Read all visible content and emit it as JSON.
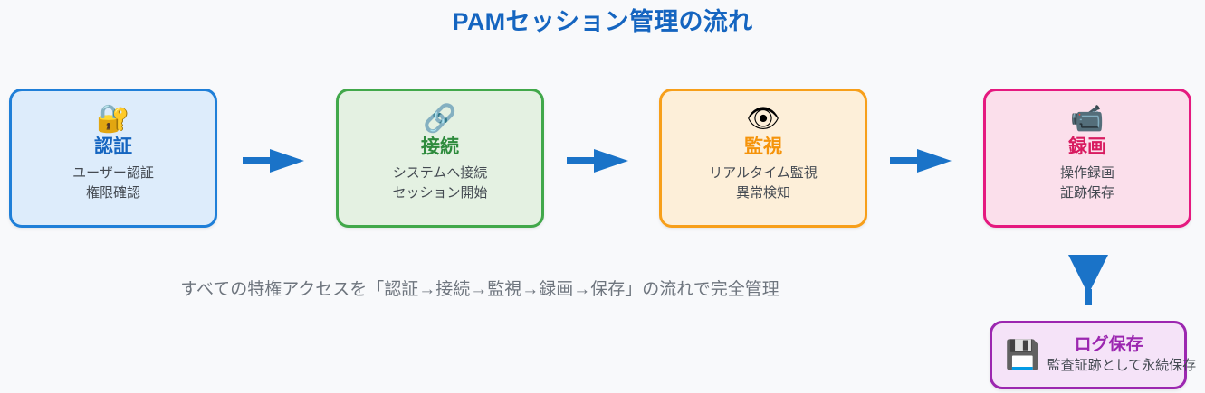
{
  "page": {
    "title": "PAMセッション管理の流れ",
    "background_color": "#f8f9fb",
    "title_color": "#1565c0"
  },
  "flow": {
    "steps": [
      {
        "icon": "🔐",
        "icon_name": "locked-with-key-icon",
        "title": "認証",
        "lines": [
          "ユーザー認証",
          "権限確認"
        ],
        "border_color": "#1f7fd8",
        "fill_color": "#ddecfb",
        "title_color": "#1565c0"
      },
      {
        "icon": "🔗",
        "icon_name": "link-icon",
        "title": "接続",
        "lines": [
          "システムへ接続",
          "セッション開始"
        ],
        "border_color": "#41a84a",
        "fill_color": "#e4f1e2",
        "title_color": "#2e8b3d"
      },
      {
        "icon": "👁",
        "icon_name": "eye-icon",
        "title": "監視",
        "lines": [
          "リアルタイム監視",
          "異常検知"
        ],
        "border_color": "#f79f1a",
        "fill_color": "#fdefd9",
        "title_color": "#f5930a"
      },
      {
        "icon": "📹",
        "icon_name": "video-camera-icon",
        "title": "録画",
        "lines": [
          "操作録画",
          "証跡保存"
        ],
        "border_color": "#e5197f",
        "fill_color": "#fbdfeb",
        "title_color": "#d81b60"
      }
    ],
    "arrow_color": "#1a73c8"
  },
  "caption": {
    "text": "すべての特権アクセスを「認証→接続→監視→録画→保存」の流れで完全管理",
    "color": "#6e757e"
  },
  "log_box": {
    "icon": "💾",
    "icon_name": "floppy-disk-icon",
    "title": "ログ保存",
    "subtitle": "監査証跡として永続保存",
    "border_color": "#9c27b0",
    "fill_color": "#f5e3f8",
    "title_color": "#9c27b0"
  }
}
